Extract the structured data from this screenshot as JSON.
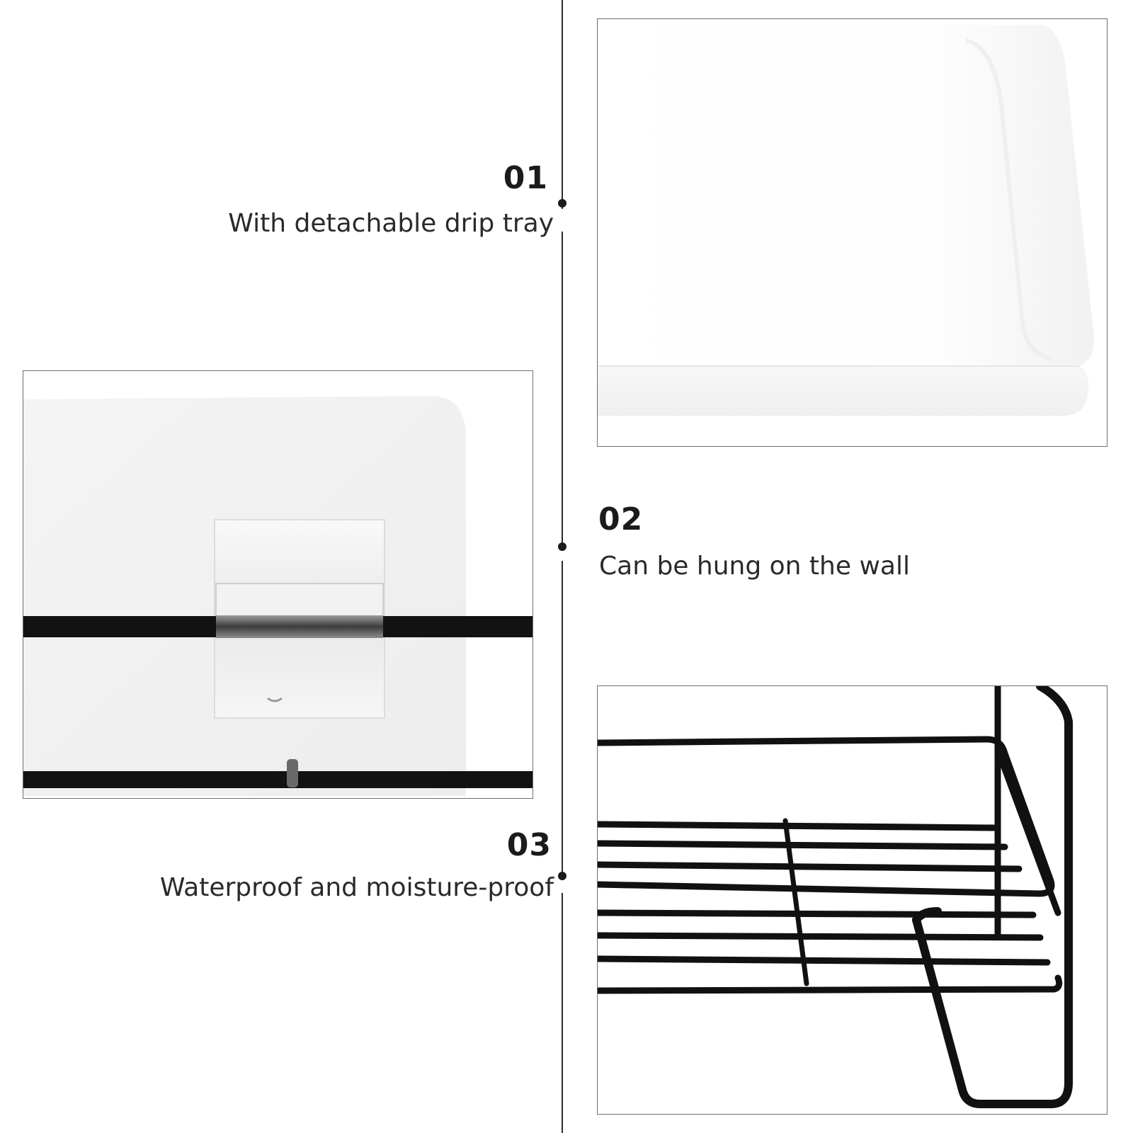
{
  "features": [
    {
      "number": "01",
      "text": "With detachable drip tray"
    },
    {
      "number": "02",
      "text": "Can be hung on the wall"
    },
    {
      "number": "03",
      "text": "Waterproof and moisture-proof"
    }
  ],
  "colors": {
    "text": "#1b1b1b",
    "line": "#2b2b2b",
    "metal": "#111111",
    "panel_border": "#6e6e6e"
  }
}
